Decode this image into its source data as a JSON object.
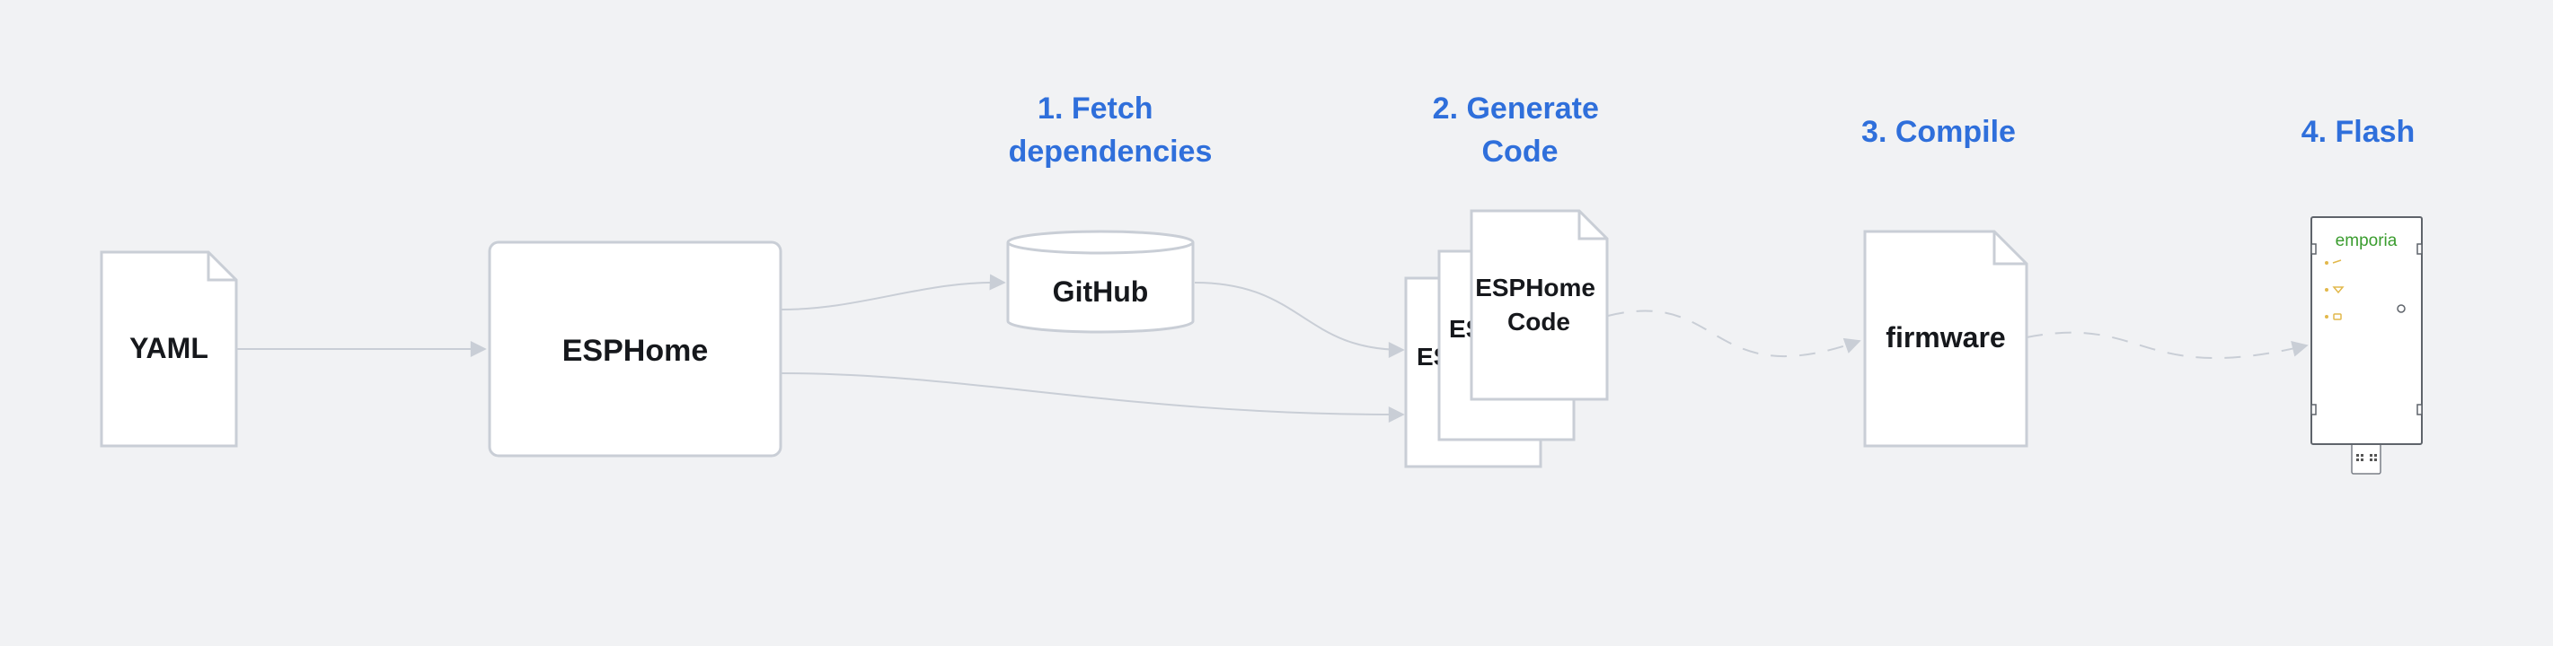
{
  "colors": {
    "background": "#f1f2f4",
    "accent": "#2f6fdb",
    "node_stroke": "#c9ced6",
    "node_fill": "#ffffff",
    "text": "#16181c",
    "device_logo": "#3a9c2e",
    "device_led": "#e2b84b"
  },
  "steps": {
    "fetch": {
      "line1": "1. Fetch",
      "line2": "dependencies"
    },
    "generate": {
      "line1": "2. Generate",
      "line2": "Code"
    },
    "compile": {
      "label": "3. Compile"
    },
    "flash": {
      "label": "4. Flash"
    }
  },
  "nodes": {
    "yaml": {
      "label": "YAML"
    },
    "esphome": {
      "label": "ESPHome"
    },
    "github": {
      "label": "GitHub"
    },
    "code_stack": {
      "back_label": "ES",
      "middle_label": "ES",
      "front_line1": "ESPHome",
      "front_line2": "Code"
    },
    "firmware": {
      "label": "firmware"
    },
    "device": {
      "brand": "emporia",
      "icon": "emporia-device-icon"
    }
  }
}
